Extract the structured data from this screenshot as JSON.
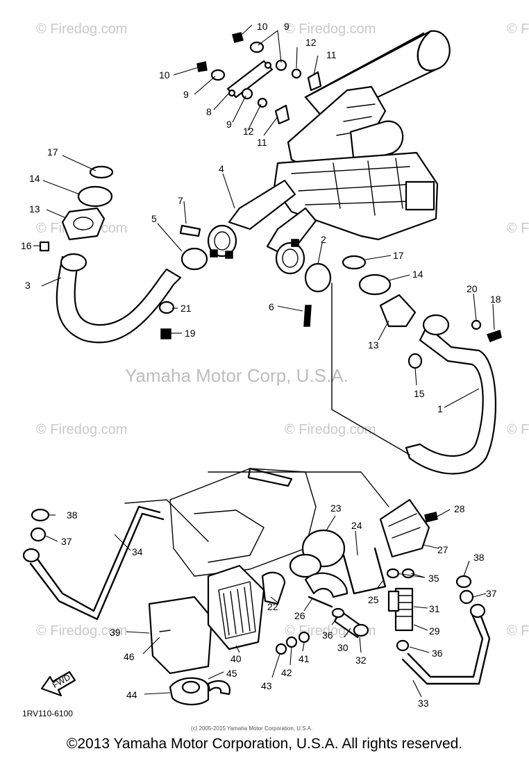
{
  "watermarks": {
    "site": "© Firedog.com",
    "corp": "Yamaha Motor Corp, U.S.A."
  },
  "diagram_code": "1RV110-6100",
  "fwd_label": "FWD",
  "small_copyright": "(c) 2005-2015 Yamaha Motor Corporation, U.S.A.",
  "footer_copyright": "©2013 Yamaha Motor Corporation, U.S.A. All rights reserved.",
  "callouts": [
    "1",
    "2",
    "3",
    "4",
    "5",
    "6",
    "7",
    "8",
    "9",
    "10",
    "11",
    "12",
    "13",
    "14",
    "15",
    "16",
    "17",
    "18",
    "19",
    "20",
    "21",
    "22",
    "23",
    "24",
    "25",
    "26",
    "27",
    "28",
    "29",
    "30",
    "31",
    "32",
    "33",
    "34",
    "35",
    "36",
    "37",
    "38",
    "39",
    "40",
    "41",
    "42",
    "43",
    "44",
    "45",
    "46"
  ]
}
